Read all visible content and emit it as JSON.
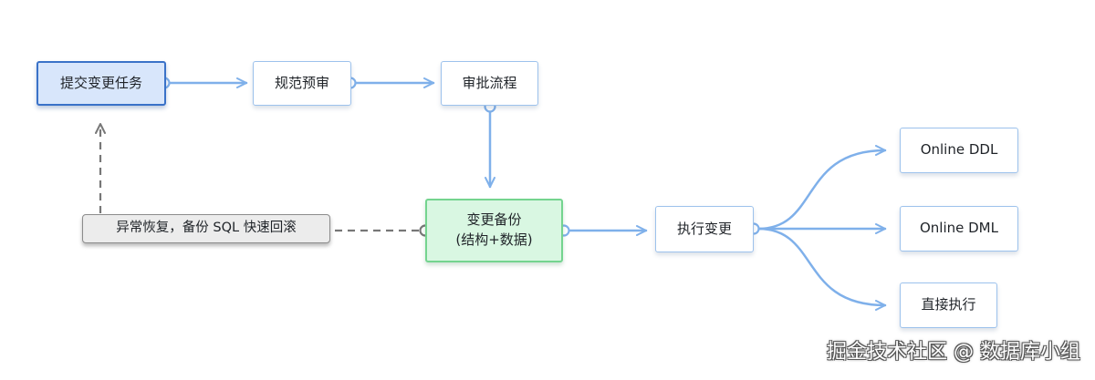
{
  "diagram": {
    "nodes": {
      "submit": {
        "label": "提交变更任务"
      },
      "precheck": {
        "label": "规范预审"
      },
      "approval": {
        "label": "审批流程"
      },
      "backup": {
        "line1": "变更备份",
        "line2": "(结构+数据)"
      },
      "recover": {
        "label": "异常恢复，备份 SQL 快速回滚"
      },
      "execute": {
        "label": "执行变更"
      },
      "online_ddl": {
        "label": "Online DDL"
      },
      "online_dml": {
        "label": "Online DML"
      },
      "direct": {
        "label": "直接执行"
      }
    },
    "edges": [
      {
        "from": "submit",
        "to": "precheck",
        "style": "solid"
      },
      {
        "from": "precheck",
        "to": "approval",
        "style": "solid"
      },
      {
        "from": "approval",
        "to": "backup",
        "style": "solid"
      },
      {
        "from": "backup",
        "to": "execute",
        "style": "solid"
      },
      {
        "from": "execute",
        "to": "online_ddl",
        "style": "solid"
      },
      {
        "from": "execute",
        "to": "online_dml",
        "style": "solid"
      },
      {
        "from": "execute",
        "to": "direct",
        "style": "solid"
      },
      {
        "from": "backup",
        "to": "recover",
        "style": "dashed"
      },
      {
        "from": "recover",
        "to": "submit",
        "style": "dashed"
      }
    ],
    "colors": {
      "flow_line": "#7fb0ea",
      "rollback_line": "#777777",
      "start_fill": "#d8e6fb",
      "start_border": "#3a72c8",
      "backup_fill": "#d9f7e2",
      "backup_border": "#74d48f",
      "recover_fill": "#ececec"
    }
  },
  "watermark": "掘金技术社区 @ 数据库小组"
}
